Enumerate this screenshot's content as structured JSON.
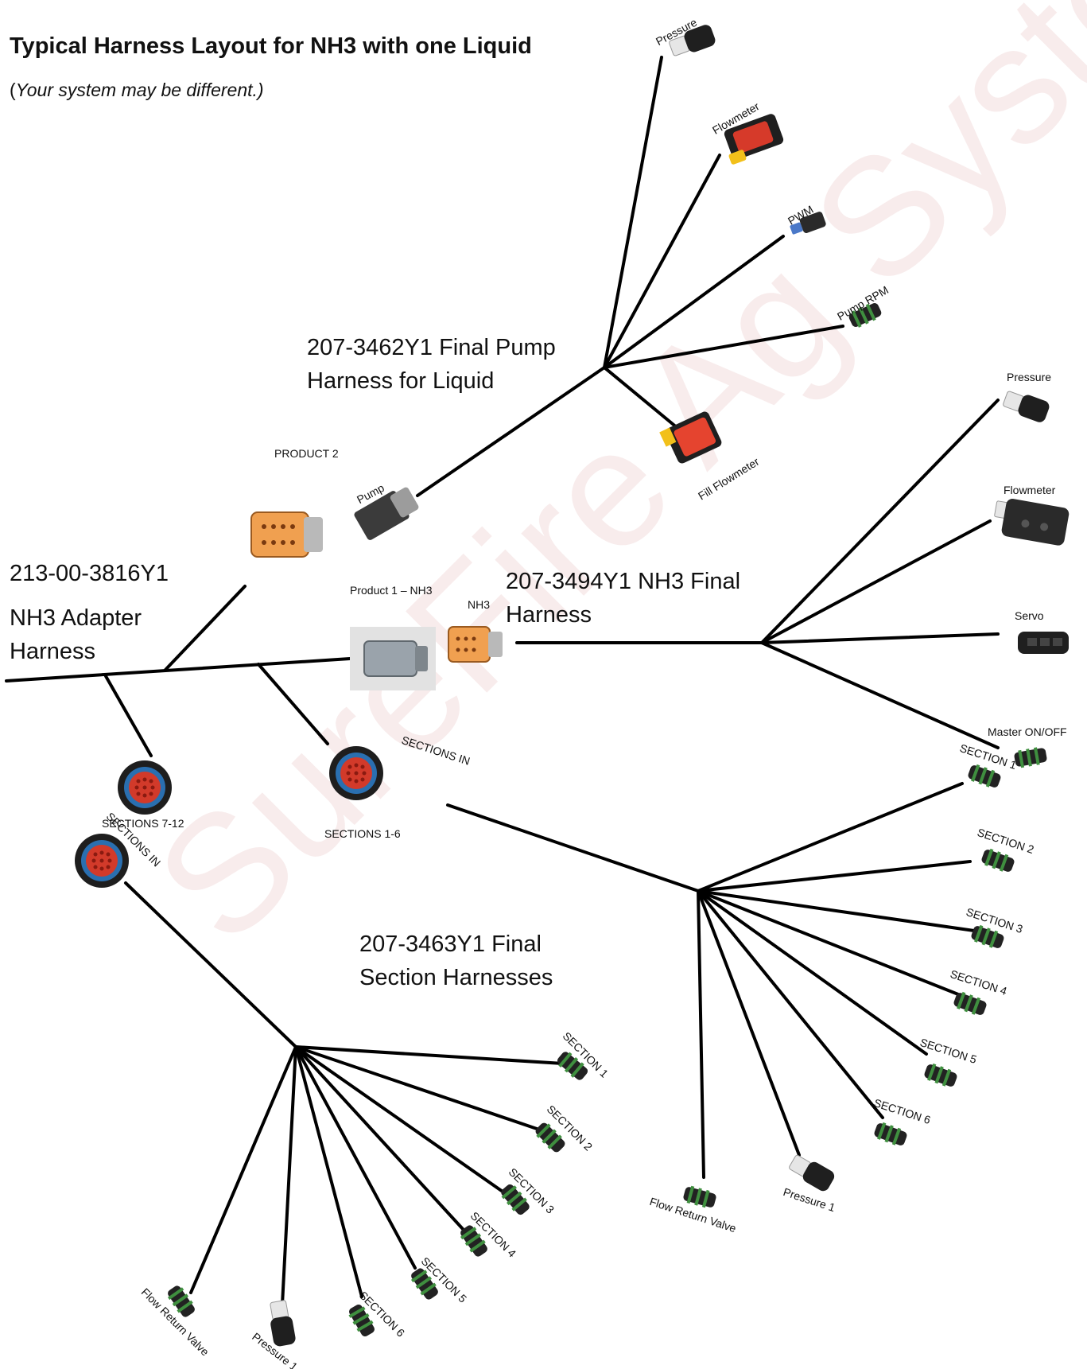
{
  "title": "Typical Harness Layout for NH3 with one Liquid",
  "subtitle_open": "(",
  "subtitle_italic": "Your system may be different.)",
  "watermark": "SureFire Ag Systems",
  "harnesses": {
    "adapter_part": "213-00-3816Y1",
    "adapter_line1": "NH3 Adapter",
    "adapter_line2": "Harness",
    "pump_line1": "207-3462Y1 Final Pump",
    "pump_line2": "Harness for Liquid",
    "nh3_line1": "207-3494Y1 NH3 Final",
    "nh3_line2": "Harness",
    "section_line1": "207-3463Y1 Final",
    "section_line2": "Section Harnesses"
  },
  "adapter_ports": {
    "product2": "PRODUCT 2",
    "product1": "Product 1 – NH3",
    "sections_7_12": "SECTIONS 7-12",
    "sections_1_6": "SECTIONS 1-6"
  },
  "pump_harness": {
    "pump": "Pump",
    "pressure": "Pressure",
    "flowmeter": "Flowmeter",
    "pwm": "PWM",
    "pump_rpm": "Pump RPM",
    "fill_flowmeter": "Fill Flowmeter"
  },
  "nh3_harness": {
    "nh3": "NH3",
    "pressure": "Pressure",
    "flowmeter": "Flowmeter",
    "servo": "Servo",
    "master": "Master ON/OFF"
  },
  "right_section_harness": {
    "sections_in": "SECTIONS IN",
    "section1": "SECTION 1",
    "section2": "SECTION 2",
    "section3": "SECTION 3",
    "section4": "SECTION 4",
    "section5": "SECTION 5",
    "section6": "SECTION 6",
    "pressure1": "Pressure 1",
    "flow_return": "Flow Return Valve"
  },
  "left_section_harness": {
    "sections_in": "SECTIONS IN",
    "section1": "SECTION 1",
    "section2": "SECTION 2",
    "section3": "SECTION 3",
    "section4": "SECTION 4",
    "section5": "SECTION 5",
    "section6": "SECTION 6",
    "pressure1": "Pressure 1",
    "flow_return": "Flow Return Valve"
  },
  "colors": {
    "wire": "#000000",
    "connector_orange": "#f0a050",
    "connector_grey": "#9aa3ab",
    "circular_blue": "#2a6fb0",
    "circular_red": "#d23a2a",
    "weatherpack_green": "#3f8f3f",
    "flowmeter_red": "#d63a2a",
    "flowmeter_yellow": "#f2c01a"
  }
}
